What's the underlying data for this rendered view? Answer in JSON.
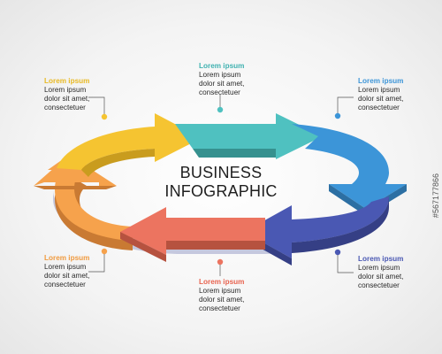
{
  "colors": {
    "yellow": "#F5C431",
    "teal": "#4FC1C0",
    "blue": "#3C95D8",
    "indigo": "#4A58B3",
    "salmon": "#EC7460",
    "orange": "#F6A24C"
  },
  "center": {
    "line1": "BUSINESS",
    "line2": "INFOGRAPHIC"
  },
  "items": [
    {
      "position": "top-left",
      "title": "Lorem ipsum",
      "lines": [
        "Lorem ipsum",
        "dolor sit amet,",
        "consectetuer"
      ],
      "color": "#F5C431"
    },
    {
      "position": "top-center",
      "title": "Lorem ipsum",
      "lines": [
        "Lorem ipsum",
        "dolor sit amet,",
        "consectetuer"
      ],
      "color": "#4FC1C0"
    },
    {
      "position": "top-right",
      "title": "Lorem ipsum",
      "lines": [
        "Lorem ipsum",
        "dolor sit amet,",
        "consectetuer"
      ],
      "color": "#3C95D8"
    },
    {
      "position": "bottom-left",
      "title": "Lorem ipsum",
      "lines": [
        "Lorem ipsum",
        "dolor sit amet,",
        "consectetuer"
      ],
      "color": "#F6A24C"
    },
    {
      "position": "bottom-center",
      "title": "Lorem ipsum",
      "lines": [
        "Lorem ipsum",
        "dolor sit amet,",
        "consectetuer"
      ],
      "color": "#EC7460"
    },
    {
      "position": "bottom-right",
      "title": "Lorem ipsum",
      "lines": [
        "Lorem ipsum",
        "dolor sit amet,",
        "consectetuer"
      ],
      "color": "#4A58B3"
    }
  ],
  "watermark": "#567177866"
}
